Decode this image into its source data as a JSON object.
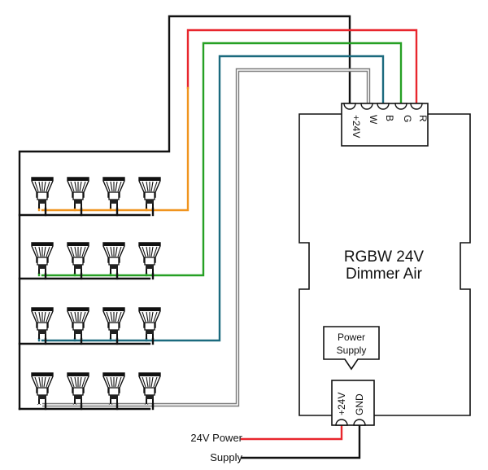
{
  "controller": {
    "line1": "RGBW 24V",
    "line2": "Dimmer Air"
  },
  "output_terminals": [
    {
      "label": "+24V",
      "color": "#111111"
    },
    {
      "label": "W",
      "color": "#9a9a9a"
    },
    {
      "label": "B",
      "color": "#1b6a7e"
    },
    {
      "label": "G",
      "color": "#26a024"
    },
    {
      "label": "R",
      "color": "#e8262d"
    }
  ],
  "power_terminals": [
    {
      "label": "+24V",
      "color": "#e8262d"
    },
    {
      "label": "GND",
      "color": "#111111"
    }
  ],
  "power_supply_callout": {
    "line1": "Power",
    "line2": "Supply"
  },
  "power_input": {
    "line1": "24V Power",
    "line2": "Supply"
  },
  "led_rows": [
    {
      "color_name": "orange",
      "color": "#f0941e",
      "count": 4
    },
    {
      "color_name": "green",
      "color": "#26a024",
      "count": 4
    },
    {
      "color_name": "blue",
      "color": "#1b6a7e",
      "count": 4
    },
    {
      "color_name": "white",
      "color": "#9a9a9a",
      "count": 4
    }
  ],
  "colors": {
    "black": "#111111",
    "red": "#e8262d",
    "orange": "#f0941e",
    "green": "#26a024",
    "blue": "#1b6a7e",
    "white_wire": "#9a9a9a"
  },
  "icons": {
    "bulb": "led-spotlight-icon",
    "terminal": "screw-terminal-icon"
  }
}
